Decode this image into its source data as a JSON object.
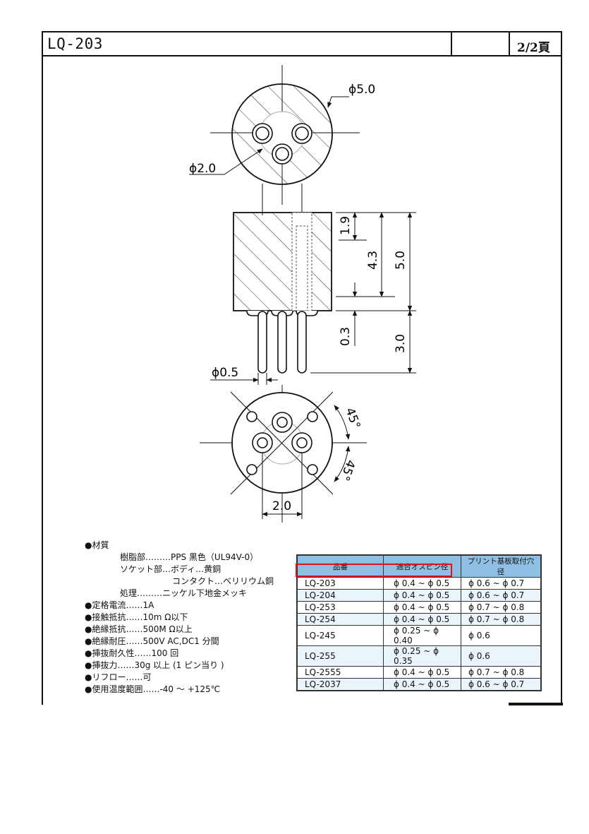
{
  "header": {
    "title": "LQ-203",
    "page": "2/2頁"
  },
  "dimensions": {
    "outer_diameter": "ϕ5.0",
    "pin_hole_diameter": "ϕ2.0",
    "depth_1": "1.9",
    "depth_2": "4.3",
    "height_total": "5.0",
    "gap": "0.3",
    "pin_length": "3.0",
    "pin_diameter": "ϕ0.5",
    "angle_1": "45°",
    "angle_2": "45°",
    "pitch": "2.0"
  },
  "specs": {
    "material_heading": "●材質",
    "resin": "樹脂部………PPS 黒色（UL94V-0）",
    "socket": "ソケット部…ボディ…黄銅",
    "contact": "コンタクト…ベリリウム銅",
    "treatment": "処理………ニッケル下地金メッキ",
    "rated_current": "●定格電流……1A",
    "contact_resistance": "●接触抵抗……10m Ω以下",
    "insulation_resistance": "●絶縁抵抗……500M Ω以上",
    "withstand_voltage": "●絶縁耐圧……500V AC,DC1 分間",
    "durability": "●挿抜耐久性……100 回",
    "insertion_force": "●挿抜力……30g 以上 (1 ピン当り )",
    "reflow": "●リフロー……可",
    "temperature": "●使用温度範囲……-40 ～ +125℃"
  },
  "table": {
    "headers": [
      "品番",
      "適合オスピン径",
      "プリント基板取付穴径"
    ],
    "rows": [
      [
        "LQ-203",
        "ϕ 0.4 ~ ϕ 0.5",
        "ϕ 0.6 ~ ϕ 0.7"
      ],
      [
        "LQ-204",
        "ϕ 0.4 ~ ϕ 0.5",
        "ϕ 0.6 ~ ϕ 0.7"
      ],
      [
        "LQ-253",
        "ϕ 0.4 ~ ϕ 0.5",
        "ϕ 0.7 ~ ϕ 0.8"
      ],
      [
        "LQ-254",
        "ϕ 0.4 ~ ϕ 0.5",
        "ϕ 0.7 ~ ϕ 0.8"
      ],
      [
        "LQ-245",
        "ϕ 0.25 ~ ϕ 0.40",
        "ϕ 0.6"
      ],
      [
        "LQ-255",
        "ϕ 0.25 ~ ϕ 0.35",
        "ϕ 0.6"
      ],
      [
        "LQ-2555",
        "ϕ 0.4 ~ ϕ 0.5",
        "ϕ 0.7 ~ ϕ 0.8"
      ],
      [
        "LQ-2037",
        "ϕ 0.4 ~ ϕ 0.5",
        "ϕ 0.6 ~ ϕ 0.7"
      ]
    ]
  },
  "colors": {
    "table_header": "#8fbfe3",
    "table_row": "#eaf4fb",
    "highlight": "#e0131b"
  }
}
